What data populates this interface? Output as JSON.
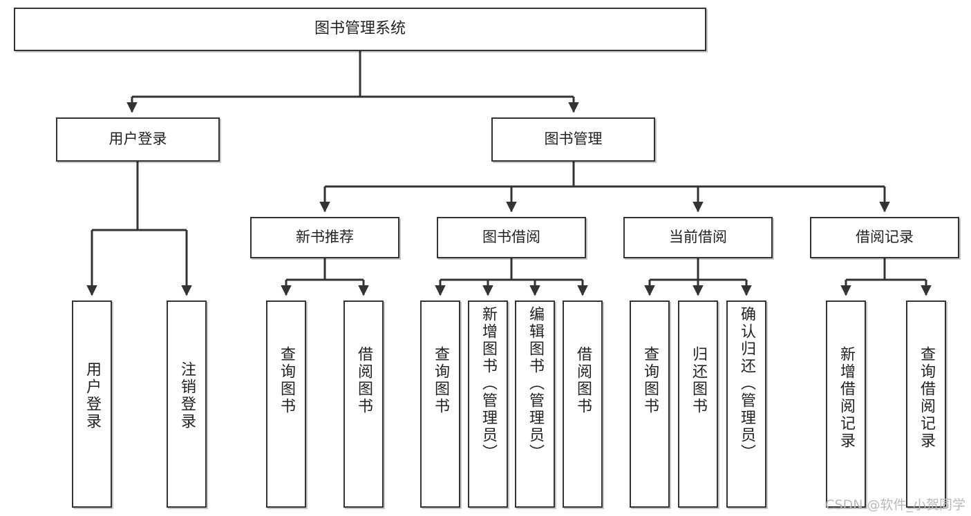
{
  "diagram": {
    "title": "图书管理系统",
    "type": "tree",
    "watermark": "CSDN @软件_小贺同学",
    "colors": {
      "box_border": "#333333",
      "box_fill": "#ffffff",
      "edge": "#333333",
      "text": "#222222",
      "watermark": "#b9b9b9",
      "background": "#ffffff"
    },
    "nodes": {
      "root": {
        "label": "图书管理系统"
      },
      "level2": [
        {
          "id": "user-login",
          "label": "用户登录"
        },
        {
          "id": "book-manage",
          "label": "图书管理"
        }
      ],
      "level3": [
        {
          "id": "new-book-rec",
          "label": "新书推荐"
        },
        {
          "id": "book-borrow",
          "label": "图书借阅"
        },
        {
          "id": "current-borrow",
          "label": "当前借阅"
        },
        {
          "id": "borrow-record",
          "label": "借阅记录"
        }
      ],
      "leaves": {
        "user-login": [
          {
            "id": "leaf-user-login",
            "label": "用户登录"
          },
          {
            "id": "leaf-user-logout",
            "label": "注销登录"
          }
        ],
        "new-book-rec": [
          {
            "id": "leaf-query-book-1",
            "label": "查询图书"
          },
          {
            "id": "leaf-borrow-book-1",
            "label": "借阅图书"
          }
        ],
        "book-borrow": [
          {
            "id": "leaf-query-book-2",
            "label": "查询图书"
          },
          {
            "id": "leaf-add-book",
            "label": "新增图书（管理员）"
          },
          {
            "id": "leaf-edit-book",
            "label": "编辑图书（管理员）"
          },
          {
            "id": "leaf-borrow-book-2",
            "label": "借阅图书"
          }
        ],
        "current-borrow": [
          {
            "id": "leaf-query-book-3",
            "label": "查询图书"
          },
          {
            "id": "leaf-return-book",
            "label": "归还图书"
          },
          {
            "id": "leaf-confirm-return",
            "label": "确认归还（管理员）"
          }
        ],
        "borrow-record": [
          {
            "id": "leaf-add-record",
            "label": "新增借阅记录"
          },
          {
            "id": "leaf-query-record",
            "label": "查询借阅记录"
          }
        ]
      }
    }
  }
}
